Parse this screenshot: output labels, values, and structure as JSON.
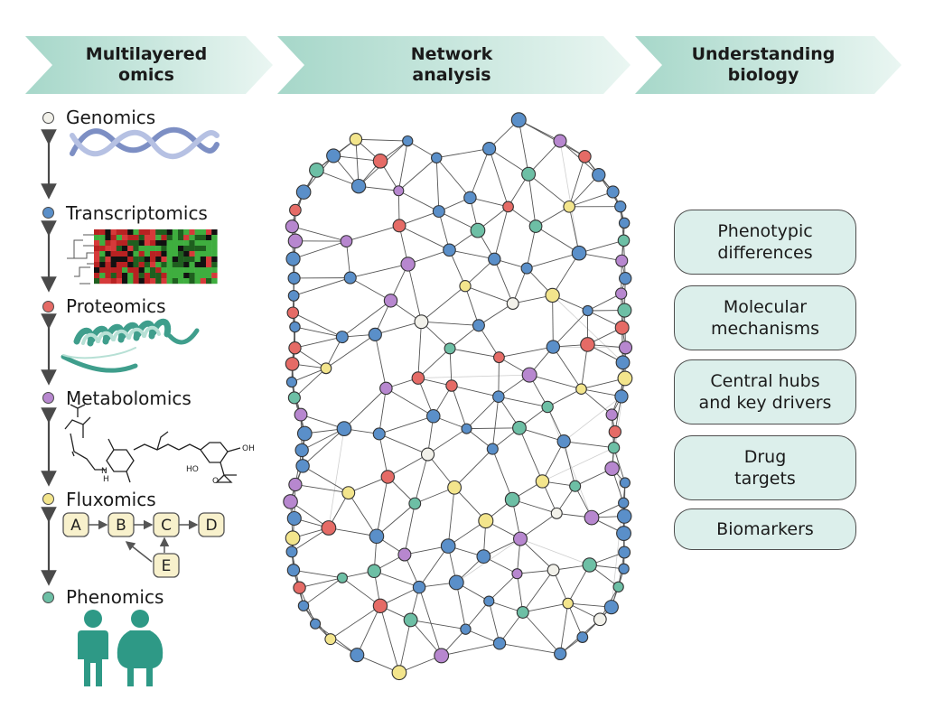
{
  "banners": [
    {
      "id": "omics",
      "label": "Multilayered\nomics"
    },
    {
      "id": "network",
      "label": "Network\nanalysis"
    },
    {
      "id": "biology",
      "label": "Understanding\nbiology"
    }
  ],
  "omics_layers": [
    {
      "label": "Genomics",
      "color": "#f2f1ea"
    },
    {
      "label": "Transcriptomics",
      "color": "#5a8fc9"
    },
    {
      "label": "Proteomics",
      "color": "#e56b66"
    },
    {
      "label": "Metabolomics",
      "color": "#b787cf"
    },
    {
      "label": "Fluxomics",
      "color": "#f3e58c"
    },
    {
      "label": "Phenomics",
      "color": "#6dbfa5"
    }
  ],
  "flux_nodes": [
    "A",
    "B",
    "C",
    "D",
    "E"
  ],
  "metabolite_labels": {
    "oh1": "OH",
    "oh2": "HO",
    "n": "N",
    "h": "H",
    "o": "O"
  },
  "outcomes": [
    {
      "label": "Phenotypic\ndifferences"
    },
    {
      "label": "Molecular\nmechanisms"
    },
    {
      "label": "Central hubs\nand key drivers"
    },
    {
      "label": "Drug\ntargets"
    },
    {
      "label": "Biomarkers"
    }
  ],
  "colors": {
    "banner_start": "#a6d7c9",
    "banner_end": "#eaf6f2",
    "outcome_fill": "#dcefeb",
    "phenomics_figure": "#2e9986",
    "dna": "#7d8fc4",
    "helix": "#3f9e8c",
    "edge": "#555555",
    "faint_edge": "#cfcfcf"
  }
}
